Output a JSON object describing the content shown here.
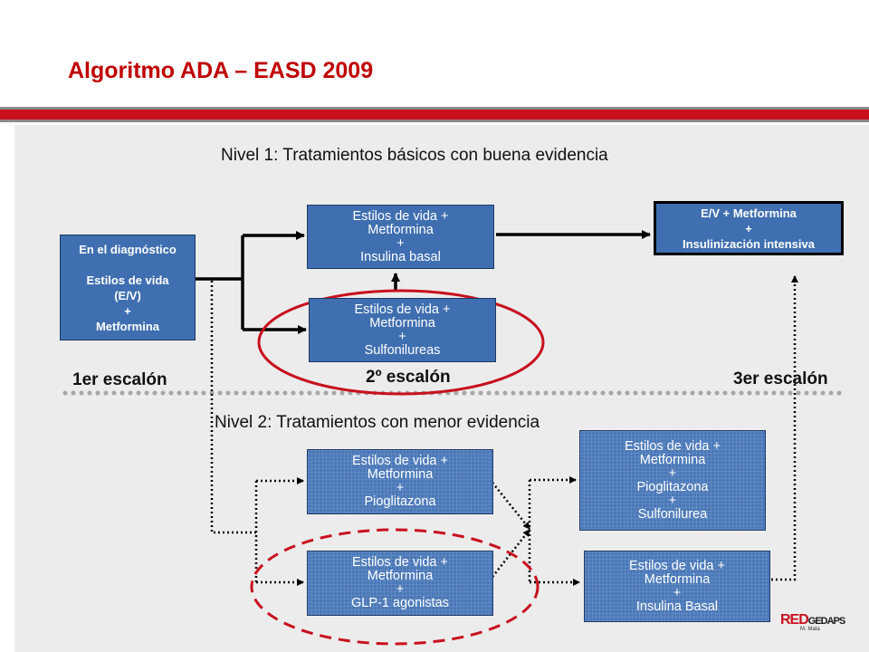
{
  "title": "Algoritmo ADA – EASD 2009",
  "colors": {
    "title": "#c00000",
    "box": "#3f6fb0",
    "ellipse": "#c8101e",
    "bar": "#c8101e"
  },
  "level1_heading": "Nivel 1: Tratamientos básicos con buena evidencia",
  "level2_heading": "Nivel 2: Tratamientos con menor evidencia",
  "steps": {
    "first": "1er escalón",
    "second": "2º escalón",
    "third": "3er escalón"
  },
  "boxes": {
    "diagnosis": [
      "En el diagnóstico",
      "",
      "Estilos de vida",
      "(E/V)",
      "+",
      "Metformina"
    ],
    "basal": [
      "Estilos de vida +",
      "Metformina",
      "+",
      "Insulina basal"
    ],
    "sulfo": [
      "Estilos de vida +",
      "Metformina",
      "+",
      "Sulfonilureas"
    ],
    "intensive": [
      "E/V + Metformina",
      "+",
      "Insulinización intensiva"
    ],
    "pio": [
      "Estilos de vida +",
      "Metformina",
      "+",
      "Pioglitazona"
    ],
    "glp1": [
      "Estilos de vida +",
      "Metformina",
      "+",
      "GLP-1 agonistas"
    ],
    "pio_sulfo": [
      "Estilos de vida +",
      "Metformina",
      "+",
      "Pioglitazona",
      "+",
      "Sulfonilurea"
    ],
    "basal2": [
      "Estilos de vida +",
      "Metformina",
      "+",
      "Insulina Basal"
    ]
  },
  "logo": {
    "red": "RED",
    "rest": "GEDAPS",
    "author": "M. Mata"
  }
}
